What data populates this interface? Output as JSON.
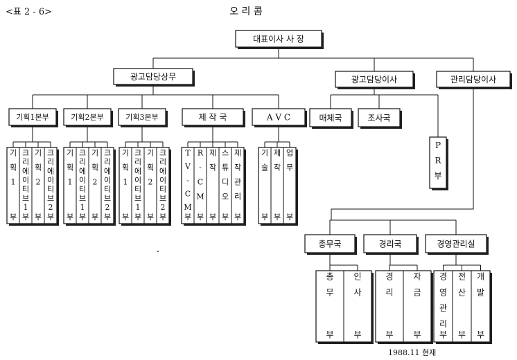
{
  "table_no": "<표 2 - 6>",
  "title": "오  리  콤",
  "date_note": "1988.11 현재",
  "nodes": {
    "ceo": "대표이사  사  장",
    "ad_exec": "광고담당상무",
    "ad_dir": "광고담당이사",
    "mgmt_dir": "관리담당이사",
    "plan1": "기획1본부",
    "plan2": "기획2본부",
    "plan3": "기획3본부",
    "prod": "제  작  국",
    "avc": "A  V  C",
    "media": "매체국",
    "research": "조사국",
    "pr": "PR부",
    "general": "총무국",
    "accounting": "경리국",
    "mgmt_office": "경영관리실"
  },
  "depts": {
    "plan1": [
      "기획1부",
      "크리에이티브1부",
      "기획2부",
      "크리에이티브2부"
    ],
    "plan2": [
      "기획1부",
      "크리에이티브1부",
      "기획2부",
      "크리에이티브2부"
    ],
    "plan3": [
      "기획1부",
      "크리에이티브1부",
      "기획2부",
      "크리에이티브2부"
    ],
    "prod": [
      "TV-CM부",
      "R-CM부",
      "제작부",
      "스튜디오부",
      "제작관리부"
    ],
    "avc": [
      "기술부",
      "제작부",
      "업무부"
    ],
    "general": [
      "총무부",
      "인사부"
    ],
    "accounting": [
      "경리부",
      "자금부"
    ],
    "mgmt_office": [
      "경영관리부",
      "전산부",
      "개발부"
    ]
  }
}
